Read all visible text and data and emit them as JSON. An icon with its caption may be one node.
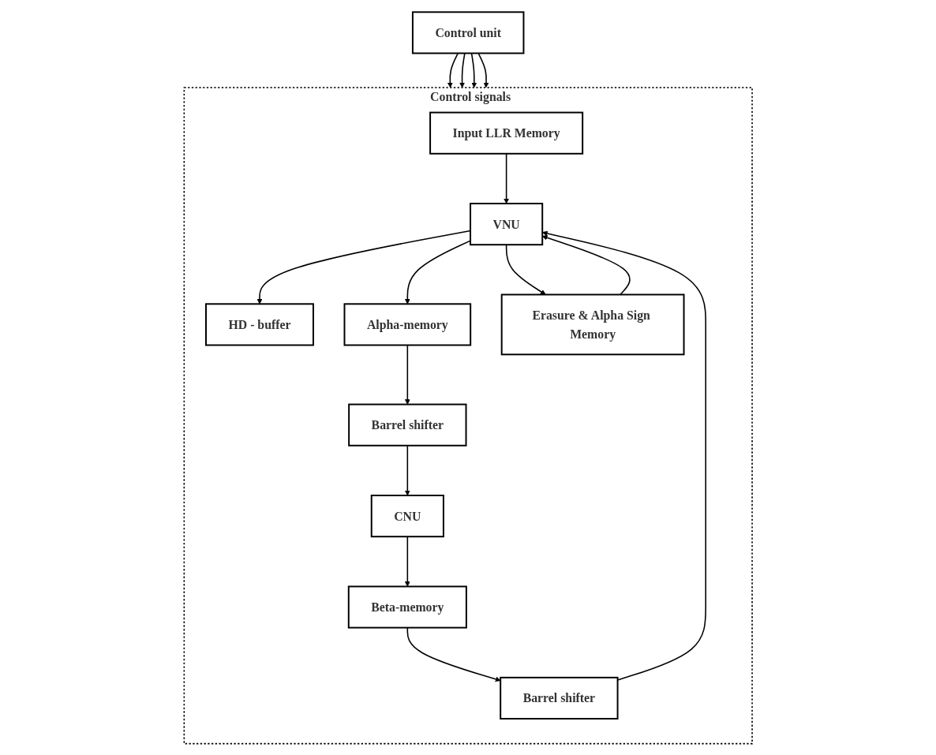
{
  "diagram": {
    "nodes": [
      {
        "text": [
          "Control signals"
        ]
      },
      {
        "text": [
          "Input LLR Memory"
        ],
        "in": 0
      },
      {
        "text": [
          "HD - buffer"
        ],
        "in": 0
      },
      {
        "text": [
          "VNU"
        ],
        "in": 0
      },
      {
        "text": [
          "Barrel shifter"
        ],
        "in": 0
      },
      {
        "text": [
          "Alpha-memory"
        ],
        "in": 0
      },
      {
        "text": [
          "Erasure & Alpha Sign Memory"
        ],
        "in": 0
      },
      {
        "text": [
          "Beta-memory"
        ],
        "in": 0
      },
      {
        "text": [
          "Barrel shifter"
        ],
        "in": 0
      },
      {
        "text": [
          "CNU"
        ],
        "in": 0
      },
      {
        "text": [
          "Control unit"
        ]
      }
    ],
    "edges": [
      {
        "from": 1,
        "to": 3,
        "arrow": "to"
      },
      {
        "from": 3,
        "to": 2,
        "arrow": "to"
      },
      {
        "from": 4,
        "to": 3,
        "arrow": "to"
      },
      {
        "from": 3,
        "to": 5,
        "arrow": "to"
      },
      {
        "from": 3,
        "to": 6,
        "arrow": "to"
      },
      {
        "from": 6,
        "to": 3,
        "arrow": "to"
      },
      {
        "from": 7,
        "to": 4,
        "arrow": "to"
      },
      {
        "from": 5,
        "to": 8,
        "arrow": "to"
      },
      {
        "from": 8,
        "to": 9,
        "arrow": "to"
      },
      {
        "from": 9,
        "to": 7,
        "arrow": "to"
      },
      {
        "from": 10,
        "to": 0,
        "arrow": "to"
      },
      {
        "from": 10,
        "to": 0,
        "arrow": "to"
      },
      {
        "from": 10,
        "to": 0,
        "arrow": "to"
      },
      {
        "from": 10,
        "to": 0,
        "arrow": "to"
      }
    ]
  }
}
